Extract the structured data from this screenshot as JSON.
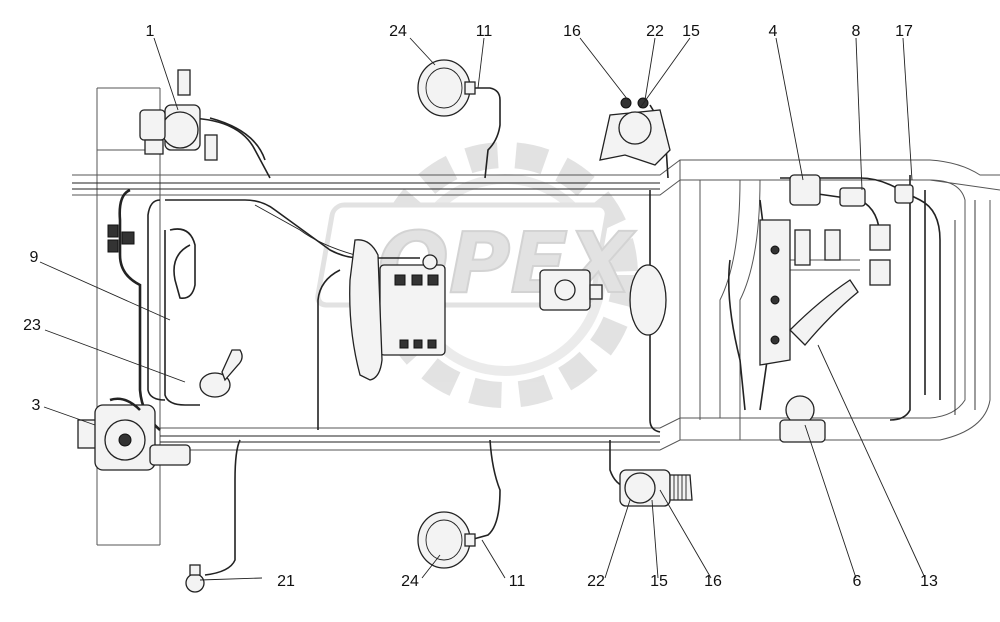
{
  "watermark": {
    "text": "OPEX"
  },
  "callouts": [
    {
      "id": "1",
      "text": "1"
    },
    {
      "id": "24a",
      "text": "24"
    },
    {
      "id": "11a",
      "text": "11"
    },
    {
      "id": "16a",
      "text": "16"
    },
    {
      "id": "22a",
      "text": "22"
    },
    {
      "id": "15a",
      "text": "15"
    },
    {
      "id": "4",
      "text": "4"
    },
    {
      "id": "8",
      "text": "8"
    },
    {
      "id": "17",
      "text": "17"
    },
    {
      "id": "9",
      "text": "9"
    },
    {
      "id": "23",
      "text": "23"
    },
    {
      "id": "3",
      "text": "3"
    },
    {
      "id": "21",
      "text": "21"
    },
    {
      "id": "24b",
      "text": "24"
    },
    {
      "id": "11b",
      "text": "11"
    },
    {
      "id": "22b",
      "text": "22"
    },
    {
      "id": "15b",
      "text": "15"
    },
    {
      "id": "16b",
      "text": "16"
    },
    {
      "id": "6",
      "text": "6"
    },
    {
      "id": "13",
      "text": "13"
    }
  ]
}
